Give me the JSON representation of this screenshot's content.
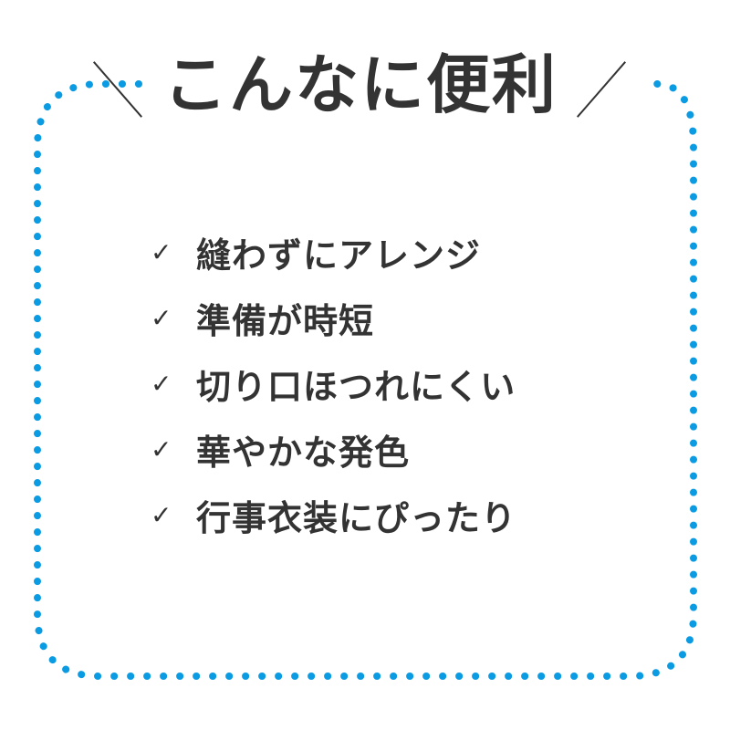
{
  "title": "こんなに便利",
  "colors": {
    "border_dots": "#0b9be3",
    "text": "#333333",
    "background": "#ffffff"
  },
  "list": {
    "icon": "check-icon",
    "check_glyph": "✓",
    "items": [
      {
        "label": "縫わずにアレンジ"
      },
      {
        "label": "準備が時短"
      },
      {
        "label": "切り口ほつれにくい"
      },
      {
        "label": "華やかな発色"
      },
      {
        "label": "行事衣装にぴったり"
      }
    ]
  }
}
